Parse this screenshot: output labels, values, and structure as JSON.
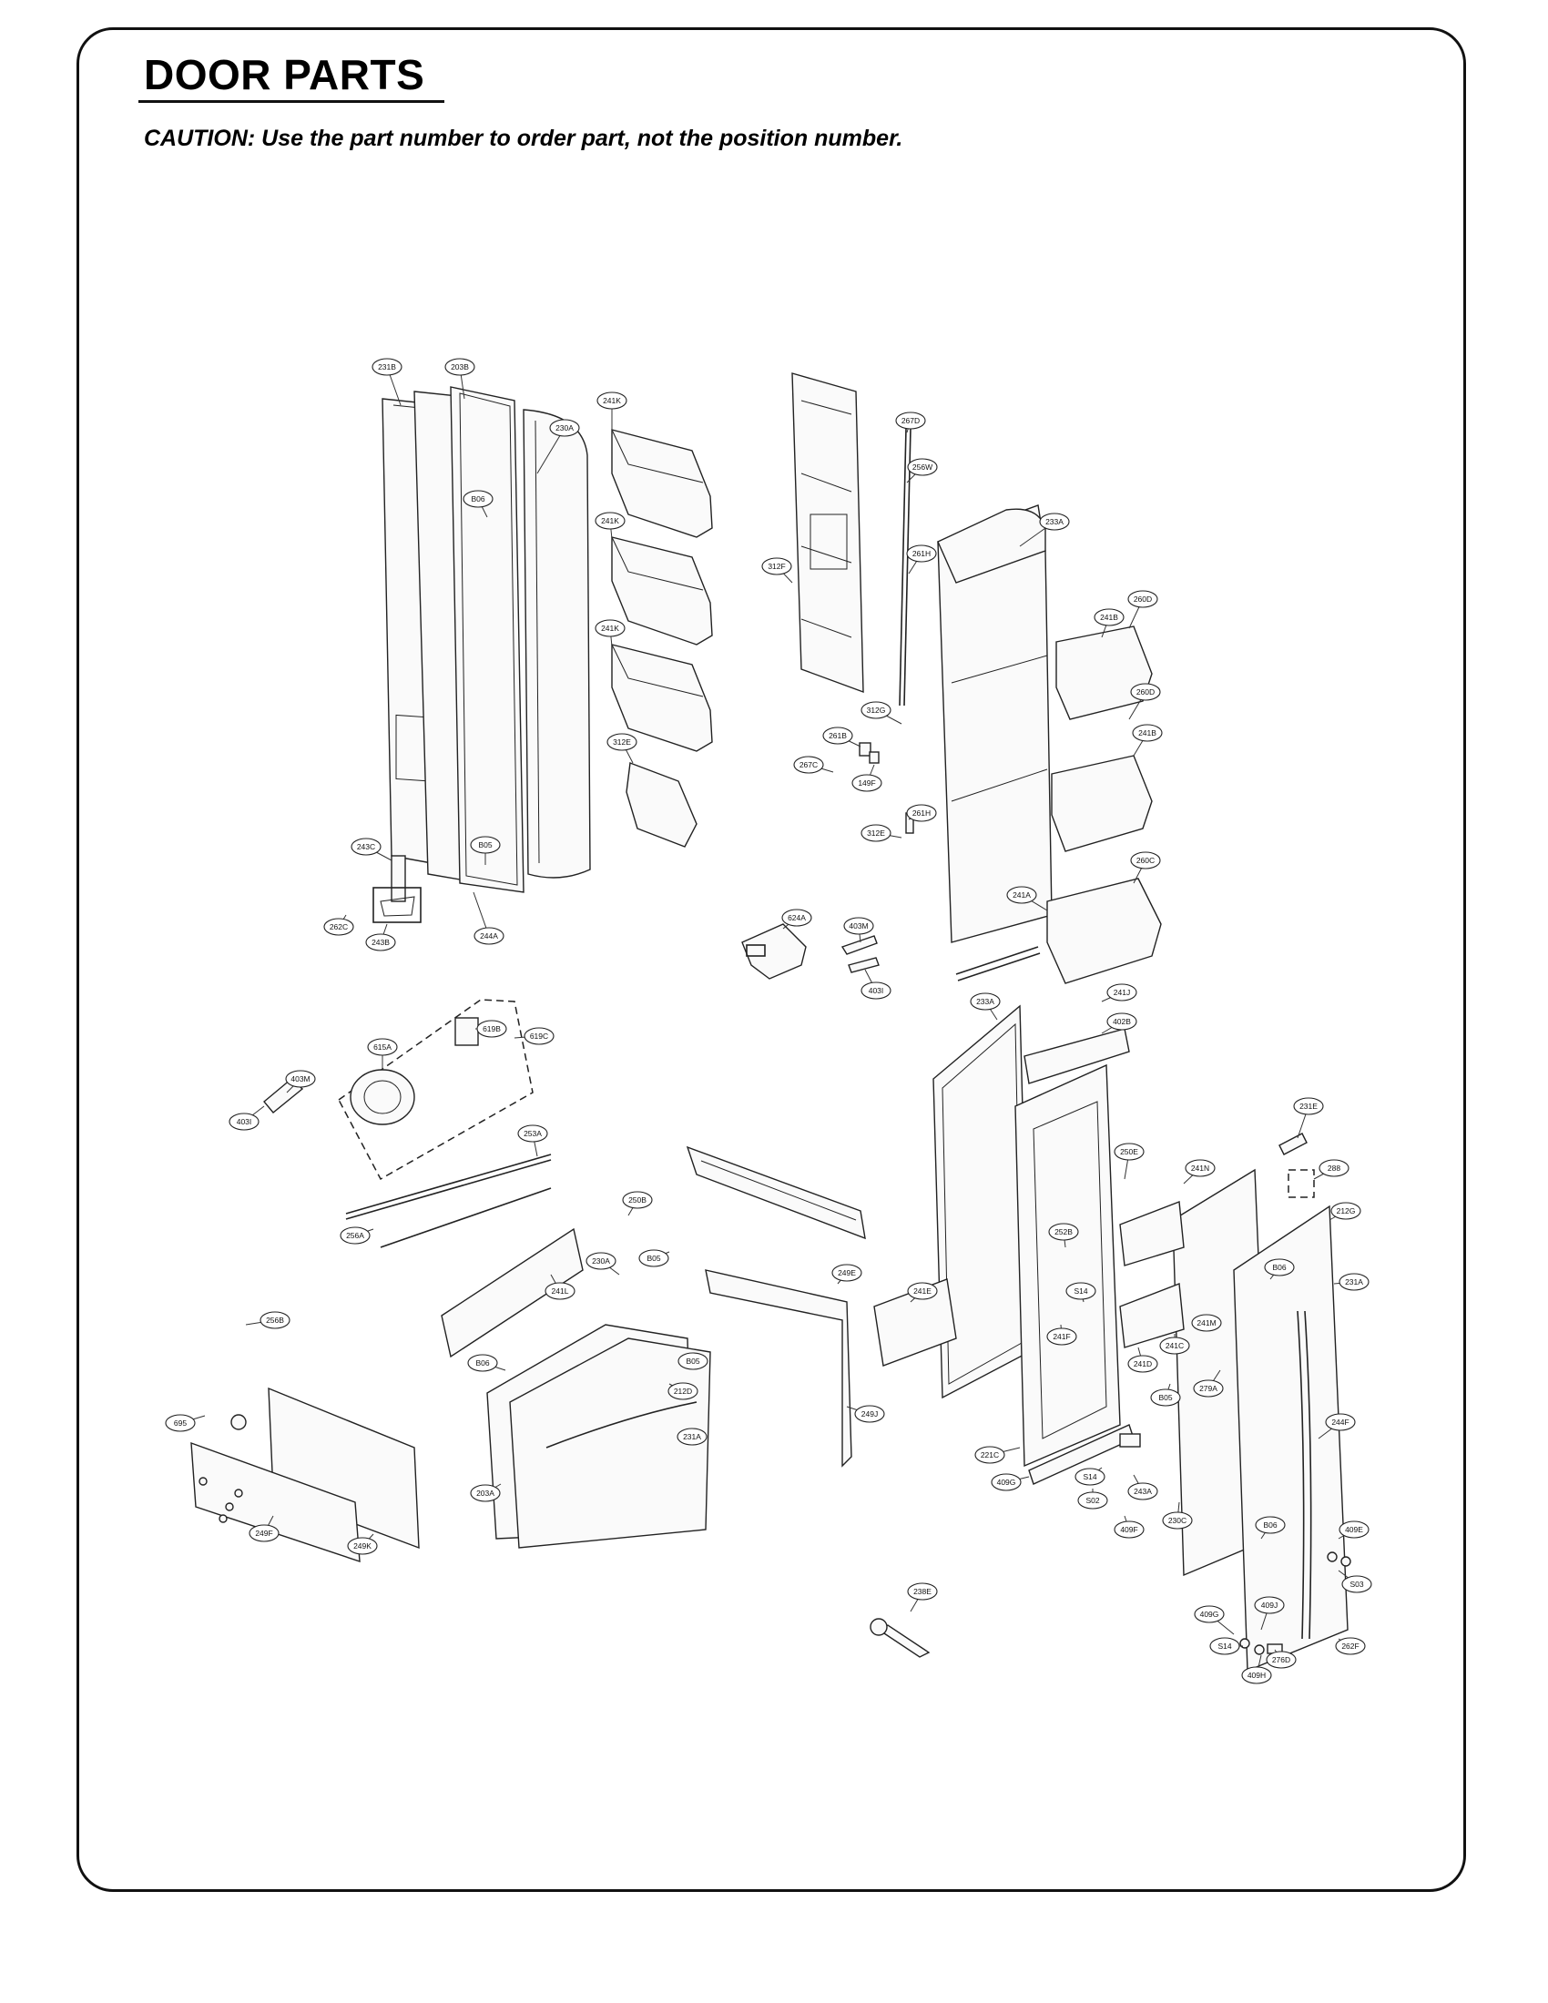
{
  "header": {
    "title": "DOOR PARTS",
    "caution": "CAUTION: Use the part number to order part, not the position number."
  },
  "diagram": {
    "callouts": [
      {
        "id": "c1",
        "label": "231B"
      },
      {
        "id": "c2",
        "label": "203B"
      },
      {
        "id": "c3",
        "label": "230A"
      },
      {
        "id": "c4",
        "label": "241K"
      },
      {
        "id": "c5",
        "label": "241K"
      },
      {
        "id": "c6",
        "label": "241K"
      },
      {
        "id": "c7",
        "label": "B06"
      },
      {
        "id": "c8",
        "label": "312E"
      },
      {
        "id": "c9",
        "label": "B05"
      },
      {
        "id": "c10",
        "label": "243C"
      },
      {
        "id": "c11",
        "label": "262C"
      },
      {
        "id": "c12",
        "label": "243B"
      },
      {
        "id": "c13",
        "label": "244A"
      },
      {
        "id": "c14",
        "label": "267D"
      },
      {
        "id": "c15",
        "label": "256W"
      },
      {
        "id": "c16",
        "label": "233A"
      },
      {
        "id": "c17",
        "label": "312F"
      },
      {
        "id": "c18",
        "label": "261H"
      },
      {
        "id": "c19",
        "label": "241B"
      },
      {
        "id": "c20",
        "label": "260D"
      },
      {
        "id": "c21",
        "label": "312G"
      },
      {
        "id": "c22",
        "label": "261B"
      },
      {
        "id": "c23",
        "label": "260D"
      },
      {
        "id": "c24",
        "label": "241B"
      },
      {
        "id": "c25",
        "label": "267C"
      },
      {
        "id": "c26",
        "label": "149F"
      },
      {
        "id": "c27",
        "label": "261H"
      },
      {
        "id": "c28",
        "label": "312E"
      },
      {
        "id": "c29",
        "label": "260C"
      },
      {
        "id": "c30",
        "label": "241A"
      },
      {
        "id": "c31",
        "label": "624A"
      },
      {
        "id": "c32",
        "label": "403M"
      },
      {
        "id": "c33",
        "label": "403I"
      },
      {
        "id": "c34",
        "label": "241J"
      },
      {
        "id": "c35",
        "label": "402B"
      },
      {
        "id": "c36",
        "label": "233A"
      },
      {
        "id": "c37",
        "label": "619B"
      },
      {
        "id": "c38",
        "label": "619C"
      },
      {
        "id": "c39",
        "label": "615A"
      },
      {
        "id": "c40",
        "label": "403M"
      },
      {
        "id": "c41",
        "label": "403I"
      },
      {
        "id": "c42",
        "label": "231E"
      },
      {
        "id": "c43",
        "label": "288"
      },
      {
        "id": "c44",
        "label": "250E"
      },
      {
        "id": "c45",
        "label": "241N"
      },
      {
        "id": "c46",
        "label": "212G"
      },
      {
        "id": "c47",
        "label": "253A"
      },
      {
        "id": "c48",
        "label": "250B"
      },
      {
        "id": "c49",
        "label": "256A"
      },
      {
        "id": "c50",
        "label": "B05"
      },
      {
        "id": "c51",
        "label": "249E"
      },
      {
        "id": "c52",
        "label": "252B"
      },
      {
        "id": "c53",
        "label": "241E"
      },
      {
        "id": "c54",
        "label": "B06"
      },
      {
        "id": "c55",
        "label": "231A"
      },
      {
        "id": "c56",
        "label": "241L"
      },
      {
        "id": "c57",
        "label": "230A"
      },
      {
        "id": "c58",
        "label": "S14"
      },
      {
        "id": "c59",
        "label": "241M"
      },
      {
        "id": "c60",
        "label": "256B"
      },
      {
        "id": "c61",
        "label": "B05"
      },
      {
        "id": "c62",
        "label": "212D"
      },
      {
        "id": "c63",
        "label": "241F"
      },
      {
        "id": "c64",
        "label": "241C"
      },
      {
        "id": "c65",
        "label": "B06"
      },
      {
        "id": "c66",
        "label": "241D"
      },
      {
        "id": "c67",
        "label": "279A"
      },
      {
        "id": "c68",
        "label": "B05"
      },
      {
        "id": "c69",
        "label": "244F"
      },
      {
        "id": "c70",
        "label": "231A"
      },
      {
        "id": "c71",
        "label": "249J"
      },
      {
        "id": "c72",
        "label": "695"
      },
      {
        "id": "c73",
        "label": "221C"
      },
      {
        "id": "c74",
        "label": "S14"
      },
      {
        "id": "c75",
        "label": "243A"
      },
      {
        "id": "c76",
        "label": "409G"
      },
      {
        "id": "c77",
        "label": "S02"
      },
      {
        "id": "c78",
        "label": "409F"
      },
      {
        "id": "c79",
        "label": "230C"
      },
      {
        "id": "c80",
        "label": "203A"
      },
      {
        "id": "c81",
        "label": "249F"
      },
      {
        "id": "c82",
        "label": "249K"
      },
      {
        "id": "c83",
        "label": "B06"
      },
      {
        "id": "c84",
        "label": "409E"
      },
      {
        "id": "c85",
        "label": "S03"
      },
      {
        "id": "c86",
        "label": "238E"
      },
      {
        "id": "c87",
        "label": "409G"
      },
      {
        "id": "c88",
        "label": "409J"
      },
      {
        "id": "c89",
        "label": "S14"
      },
      {
        "id": "c90",
        "label": "409H"
      },
      {
        "id": "c91",
        "label": "276D"
      },
      {
        "id": "c92",
        "label": "262F"
      }
    ]
  }
}
